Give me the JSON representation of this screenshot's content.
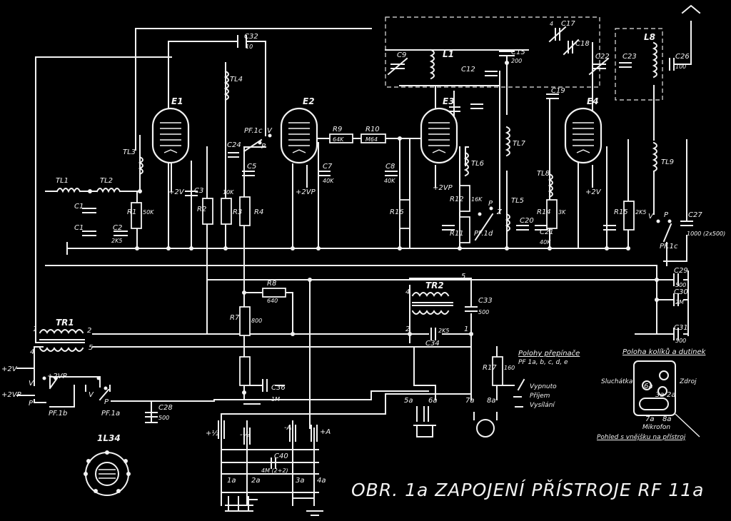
{
  "title": "OBR. 1a ZAPOJENÍ PŘÍSTROJE RF 11a",
  "tubes": [
    "E1",
    "E2",
    "E3",
    "E4"
  ],
  "components": {
    "c32": "C32",
    "c32_val": "10",
    "c17": "C17",
    "c17_val": "4",
    "c18": "C18",
    "c9": "C9",
    "l1": "L1",
    "c15": "C15",
    "c15_val": "200",
    "c22": "C22",
    "c23": "C23",
    "l8": "L8",
    "c26": "C26",
    "c26_val": "100",
    "c19": "C19",
    "c12": "C12",
    "tl1": "TL1",
    "tl2": "TL2",
    "tl3": "TL3",
    "tl4": "TL4",
    "tl5": "TL5",
    "tl6": "TL6",
    "tl7": "TL7",
    "tl8": "TL8",
    "tl9": "TL9",
    "r1": "R1",
    "r1_val": "50K",
    "r2": "R2",
    "r3": "R3",
    "r3_val": "10K",
    "r4": "R4",
    "r7": "R7",
    "r7_val": "800",
    "r8": "R8",
    "r8_val": "640",
    "r9": "R9",
    "r9_val": "64K",
    "r10": "R10",
    "r10_val": "M64",
    "r11": "R11",
    "r12": "R12",
    "r12_val": "16K",
    "r14": "R14",
    "r14_val": "3K",
    "r15": "R15",
    "r15_val": "2K5",
    "r16": "R16",
    "r17": "R17",
    "r17_val": "160",
    "c1": "C1",
    "c2": "C2",
    "c2_val": "2K5",
    "c3": "C3",
    "c5": "C5",
    "c7": "C7",
    "c7_val": "40K",
    "c8": "C8",
    "c8_val": "40K",
    "c20": "C20",
    "c21": "C21",
    "c21_val": "40K",
    "c24": "C24",
    "c27": "C27",
    "c27_val": "1000 (2x500)",
    "c28": "C28",
    "c28_val": "500",
    "c29": "C29",
    "c29_val": "500",
    "c30": "C30",
    "c30_val": "2M",
    "c31": "C31",
    "c31_val": "500",
    "c33": "C33",
    "c33_val": "500",
    "c34": "C34",
    "c34_val": "2K5",
    "c36": "C36",
    "c36_val": "1M",
    "c40": "C40",
    "c40_val": "4M (2+2)",
    "tr1": "TR1",
    "tr2": "TR2",
    "pf1a": "PF.1a",
    "pf1b": "PF.1b",
    "pf1c": "PF.1c",
    "pf1d": "PF.1d",
    "tube_1l34": "1L34"
  },
  "labels": {
    "plus_2v": "+2V",
    "plus_2vp": "+2VP",
    "p": "P",
    "v": "V",
    "z": "Z",
    "minus_a": "-A",
    "plus_a": "+A",
    "minus_half": "-½",
    "plus_half": "+½",
    "pin_1a": "1a",
    "pin_2a": "2a",
    "pin_3a": "3a",
    "pin_4a": "4a",
    "pin_5a": "5a",
    "pin_6a": "6a",
    "pin_7a": "7a",
    "pin_8a": "8a",
    "n1": "1",
    "n2": "2",
    "n4": "4",
    "n5": "5"
  },
  "legend_switch": {
    "heading": "Polohy přepínače",
    "sub": "PF 1a, b, c, d, e",
    "off": "Vypnuto",
    "receive": "Příjem",
    "transmit": "Vysílání"
  },
  "legend_socket": {
    "heading": "Poloha kolíků a dutinek",
    "left": "Sluchátka",
    "right": "Zdroj",
    "bottom": "Mikrofon",
    "view": "Pohled s vnějšku na přístroj"
  }
}
